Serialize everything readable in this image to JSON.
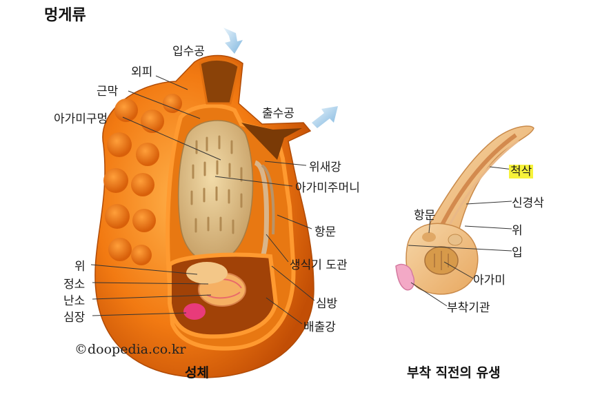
{
  "title": "멍게류",
  "labels": {
    "incurrent_siphon": "입수공",
    "tunic": "외피",
    "muscle": "근막",
    "gill_slits": "아가미구멍",
    "excurrent_siphon": "출수공",
    "atrium": "위새강",
    "gill_sac": "아가미주머니",
    "anus": "항문",
    "gonoduct": "생식기 도관",
    "stomach": "위",
    "testis": "정소",
    "ovary": "난소",
    "heart": "심장",
    "pericardium": "심방",
    "cloaca": "배출강"
  },
  "credit": "©doopedia.co.kr",
  "adult_caption": "성체",
  "larva": {
    "notochord": "척삭",
    "nerve_cord": "신경삭",
    "anus": "항문",
    "stomach": "위",
    "mouth": "입",
    "gill": "아가미",
    "adhesive_organ": "부착기관",
    "caption": "부착 직전의 유생"
  }
}
